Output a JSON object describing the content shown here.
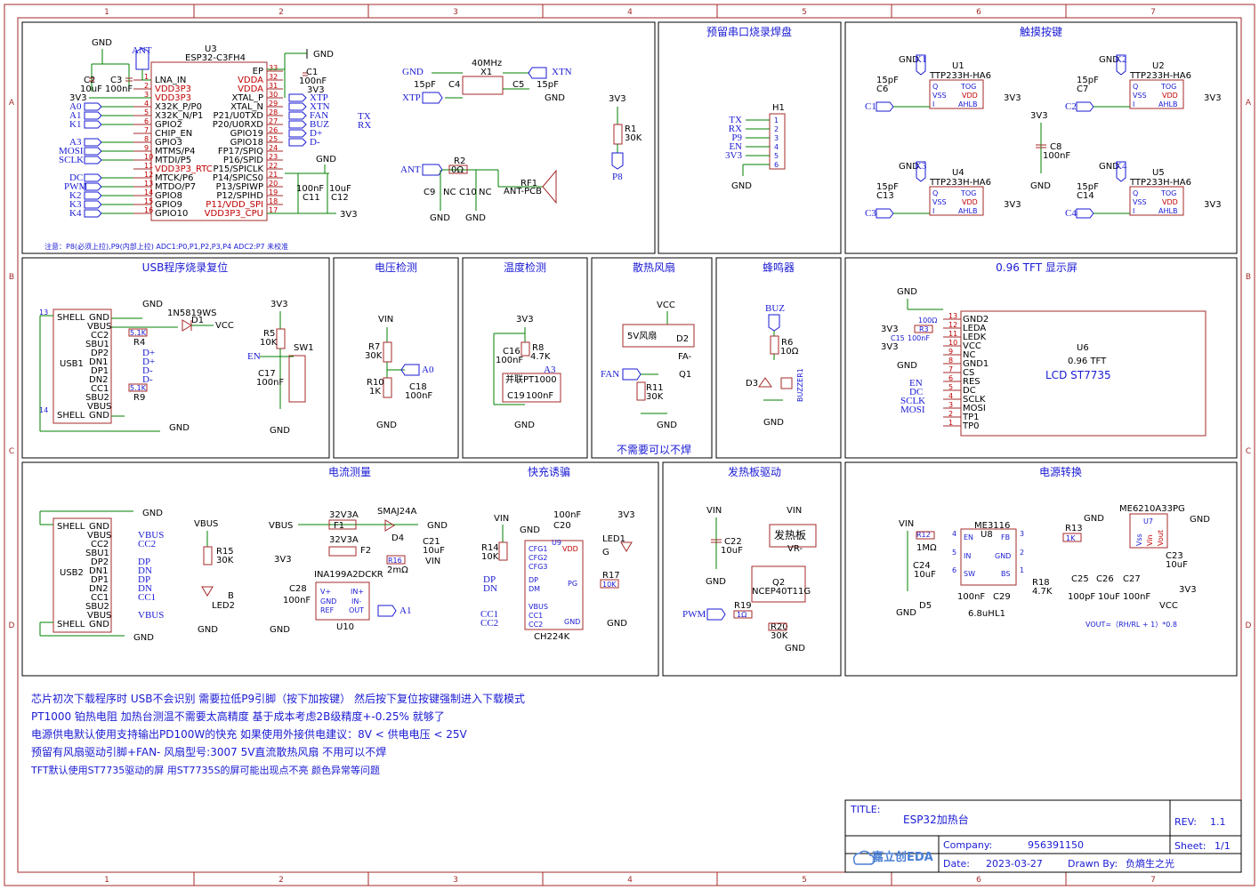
{
  "sheet": {
    "col_markers": [
      "1",
      "2",
      "3",
      "4",
      "5",
      "6",
      "7"
    ],
    "row_markers": [
      "A",
      "B",
      "C",
      "D"
    ]
  },
  "sections": {
    "mcu_label": "U3",
    "mcu_part": "ESP32-C3FH4",
    "serial": "预留串口烧录焊盘",
    "touch": "触摸按键",
    "usb_prog": "USB程序烧录复位",
    "voltage": "电压检测",
    "temp": "温度检测",
    "fan": "散热风扇",
    "buzzer": "蜂鸣器",
    "tft": "0.96 TFT 显示屏",
    "current": "电流测量",
    "fastcharge": "快充诱骗",
    "heater": "发热板驱动",
    "power": "电源转换"
  },
  "mcu": {
    "left_pins": [
      "LNA_IN",
      "VDD3P3",
      "VDD3P3",
      "X32K_P/P0",
      "X32K_N/P1",
      "GPIO2",
      "CHIP_EN",
      "GPIO3",
      "MTMS/P4",
      "MTDI/P5",
      "VDD3P3_RTC",
      "MTCK/P6",
      "MTDO/P7",
      "GPIO8",
      "GPIO9",
      "GPIO10"
    ],
    "right_pins": [
      "EP",
      "VDDA",
      "VDDA",
      "XTAL_P",
      "XTAL_N",
      "P21/U0TXD",
      "P20/U0RXD",
      "GPIO19",
      "GPIO18",
      "FP17/SPIQ",
      "P16/SPID",
      "P15/SPICLK",
      "P14/SPICS0",
      "P13/SPIWP",
      "P12/SPIHD",
      "P11/VDD_SPI",
      "VDD3P3_CPU"
    ],
    "left_nets": [
      "A0",
      "A1",
      "K1",
      "A3",
      "MOSI",
      "SCLK",
      "DC",
      "PWM",
      "K2",
      "K3",
      "K4"
    ],
    "right_nets": [
      "XTP",
      "XTN",
      "FAN",
      "BUZ",
      "D+",
      "D-"
    ],
    "note": "注意：P8(必须上拉),P9(内部上拉)    ADC1:P0,P1,P2,P3,P4    ADC2:P7 未校准"
  },
  "serial_header": {
    "ref": "H1",
    "pins": [
      "TX",
      "RX",
      "P9",
      "EN",
      "3V3"
    ],
    "gnd": "GND"
  },
  "touch_chips": [
    {
      "ref": "U1",
      "key": "K1",
      "cap": "C1"
    },
    {
      "ref": "U2",
      "key": "K2",
      "cap": "C2"
    },
    {
      "ref": "U4",
      "key": "K3",
      "cap": "C3"
    },
    {
      "ref": "U5",
      "key": "K4",
      "cap": "C4"
    }
  ],
  "touch_part": "TTP233H-HA6",
  "tft": {
    "ref": "U6",
    "name": "0.96 TFT",
    "model": "LCD ST7735",
    "pins": [
      "GND2",
      "LEDA",
      "LEDK",
      "VCC",
      "NC",
      "GND1",
      "CS",
      "RES",
      "DC",
      "SCLK",
      "MOSI",
      "TP1",
      "TP0"
    ]
  },
  "notes": [
    "芯片初次下载程序时 USB不会识别 需要拉低P9引脚（按下加按键） 然后按下复位按键强制进入下载模式",
    "PT1000 铂热电阻 加热台测温不需要太高精度 基于成本考虑2B级精度+-0.25% 就够了",
    "电源供电默认使用支持输出PD100W的快充 如果使用外接供电建议：8V < 供电电压 < 25V",
    "预留有风扇驱动引脚+FAN- 风扇型号:3007 5V直流散热风扇 不用可以不焊",
    "TFT默认使用ST7735驱动的屏 用ST7735S的屏可能出现点不亮 颜色异常等问题"
  ],
  "title_block": {
    "title_label": "TITLE:",
    "title": "ESP32加热台",
    "rev_label": "REV:",
    "rev": "1.1",
    "company_label": "Company:",
    "company": "956391150",
    "sheet_label": "Sheet:",
    "sheet": "1/1",
    "date_label": "Date:",
    "date": "2023-03-27",
    "drawn_label": "Drawn By:",
    "drawn": "负熵生之光",
    "logo": "嘉立创EDA"
  },
  "misc": {
    "fan_note": "不需要可以不焊",
    "vout_formula": "VOUT=（RH/RL + 1）*0.8",
    "crystal": "40MHz",
    "antenna": "ANT-PCB",
    "heater_label": "发热板",
    "fan_label": "5V风扇",
    "pt1000_label": "并联PT1000"
  }
}
